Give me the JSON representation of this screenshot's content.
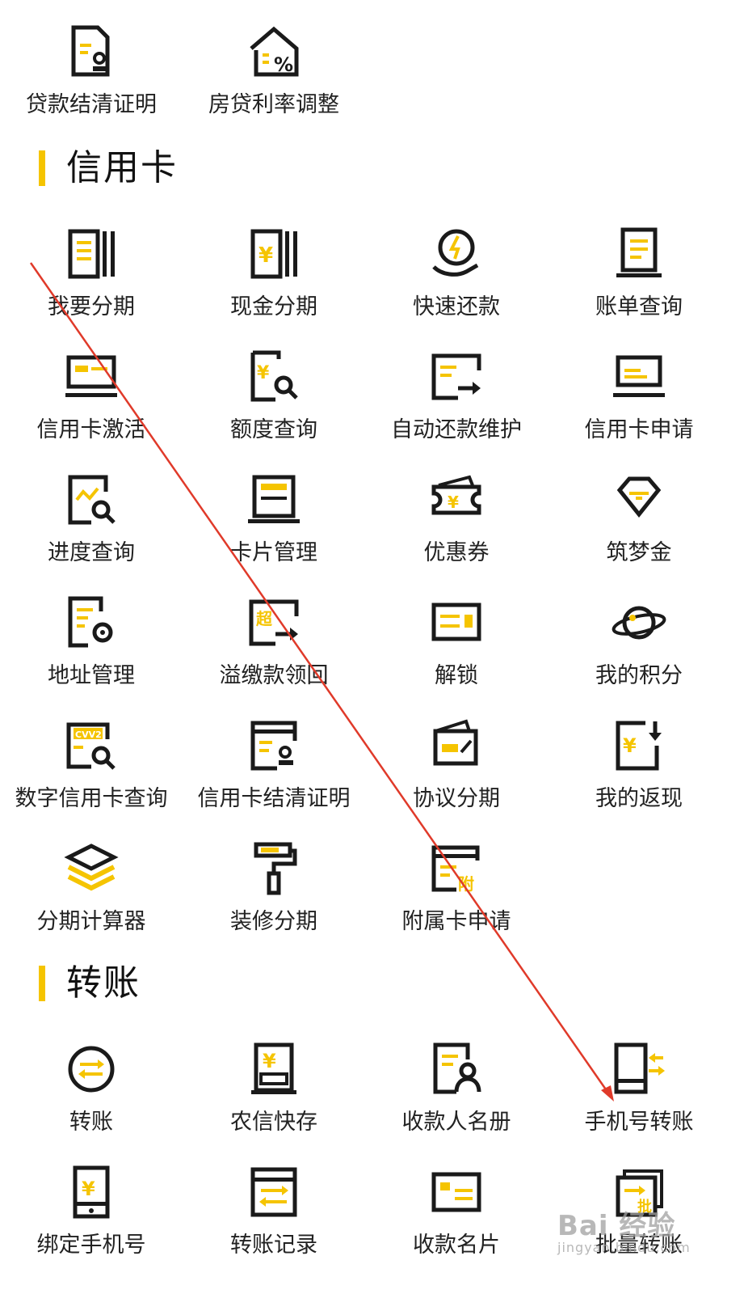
{
  "colors": {
    "accent": "#f5c400",
    "icon": "#1a1a1a",
    "arrow": "#e03a2a"
  },
  "top_items": [
    {
      "label": "贷款结清证明",
      "icon": "loan-certificate-icon"
    },
    {
      "label": "房贷利率调整",
      "icon": "house-rate-icon"
    }
  ],
  "sections": {
    "credit": {
      "title": "信用卡"
    },
    "transfer": {
      "title": "转账"
    }
  },
  "credit_items": [
    {
      "label": "我要分期",
      "icon": "installment-icon"
    },
    {
      "label": "现金分期",
      "icon": "cash-installment-icon"
    },
    {
      "label": "快速还款",
      "icon": "quick-repay-icon"
    },
    {
      "label": "账单查询",
      "icon": "bill-query-icon"
    },
    {
      "label": "信用卡激活",
      "icon": "card-activate-icon"
    },
    {
      "label": "额度查询",
      "icon": "limit-query-icon"
    },
    {
      "label": "自动还款维护",
      "icon": "auto-repay-icon"
    },
    {
      "label": "信用卡申请",
      "icon": "card-apply-icon"
    },
    {
      "label": "进度查询",
      "icon": "progress-query-icon"
    },
    {
      "label": "卡片管理",
      "icon": "card-manage-icon"
    },
    {
      "label": "优惠券",
      "icon": "coupon-icon"
    },
    {
      "label": "筑梦金",
      "icon": "diamond-icon"
    },
    {
      "label": "地址管理",
      "icon": "address-manage-icon"
    },
    {
      "label": "溢缴款领回",
      "icon": "overpay-return-icon"
    },
    {
      "label": "解锁",
      "icon": "unlock-card-icon"
    },
    {
      "label": "我的积分",
      "icon": "planet-points-icon"
    },
    {
      "label": "数字信用卡查询",
      "icon": "cvv2-query-icon"
    },
    {
      "label": "信用卡结清证明",
      "icon": "card-certificate-icon"
    },
    {
      "label": "协议分期",
      "icon": "agreement-installment-icon"
    },
    {
      "label": "我的返现",
      "icon": "cashback-icon"
    },
    {
      "label": "分期计算器",
      "icon": "layers-calculator-icon"
    },
    {
      "label": "装修分期",
      "icon": "paint-roller-icon"
    },
    {
      "label": "附属卡申请",
      "icon": "supplementary-card-icon"
    }
  ],
  "transfer_items": [
    {
      "label": "转账",
      "icon": "transfer-icon"
    },
    {
      "label": "农信快存",
      "icon": "quick-deposit-icon"
    },
    {
      "label": "收款人名册",
      "icon": "payee-list-icon"
    },
    {
      "label": "手机号转账",
      "icon": "phone-transfer-icon"
    },
    {
      "label": "绑定手机号",
      "icon": "bind-phone-icon"
    },
    {
      "label": "转账记录",
      "icon": "transfer-record-icon"
    },
    {
      "label": "收款名片",
      "icon": "payee-card-icon"
    },
    {
      "label": "批量转账",
      "icon": "batch-transfer-icon"
    }
  ],
  "watermark": {
    "big": "Bai 经验",
    "small": "jingyan.baidu.com"
  }
}
